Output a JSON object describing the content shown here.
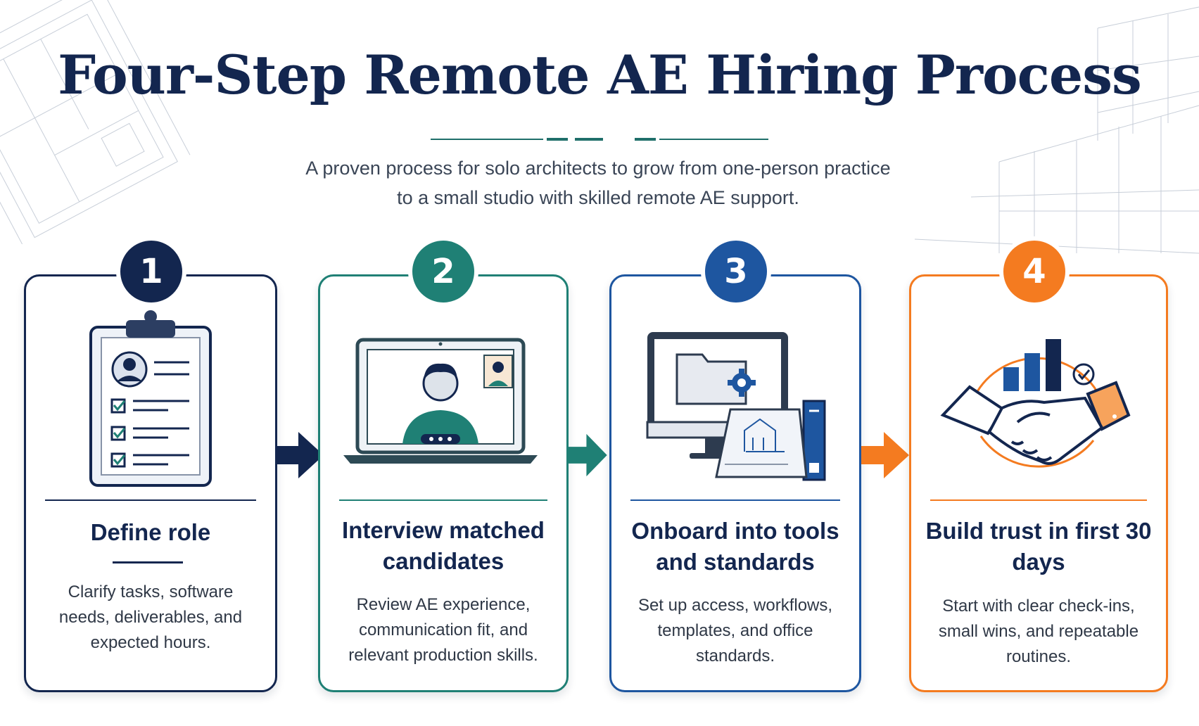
{
  "header": {
    "title": "Four-Step Remote AE Hiring Process",
    "subtitle_line1": "A proven process for solo architects to grow from one-person practice",
    "subtitle_line2": "to a small studio with skilled remote AE support."
  },
  "colors": {
    "navy": "#13264f",
    "teal": "#1f8075",
    "blue": "#1e56a0",
    "orange": "#f47b20"
  },
  "steps": [
    {
      "number": "1",
      "icon": "clipboard-checklist-icon",
      "title": "Define role",
      "description": "Clarify tasks, software needs, deliverables, and expected hours."
    },
    {
      "number": "2",
      "icon": "video-call-laptop-icon",
      "title": "Interview matched candidates",
      "description": "Review AE experience, communication fit, and relevant production skills."
    },
    {
      "number": "3",
      "icon": "computer-folder-blueprint-icon",
      "title": "Onboard into tools and standards",
      "description": "Set up access, workflows, templates, and office standards."
    },
    {
      "number": "4",
      "icon": "handshake-growth-chart-icon",
      "title": "Build trust in first 30 days",
      "description": "Start with clear check-ins, small wins, and repeatable routines."
    }
  ]
}
